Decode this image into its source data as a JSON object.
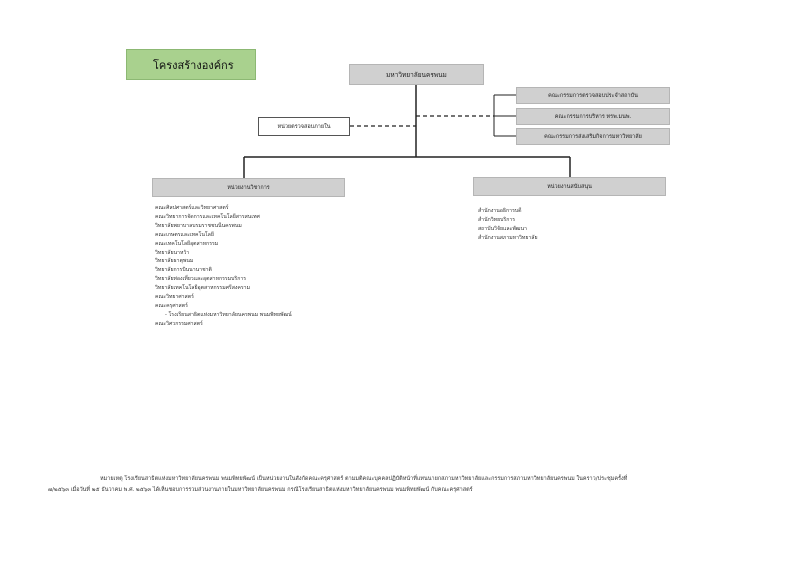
{
  "title": "โครงสร้างองค์กร",
  "root": "มหาวิทยาลัยนครพนม",
  "committees": [
    "คณะกรรมการตรวจสอบประจำสถาบัน",
    "คณะกรรมการบริหาร ทรพ.มนพ.",
    "คณะกรรมการส่งเสริมกิจการมหาวิทยาลัย"
  ],
  "audit_unit": "หน่วยตรวจสอบภายใน",
  "academic": {
    "heading": "หน่วยงานวิชาการ",
    "items": [
      "คณะศิลปศาสตร์และวิทยาศาสตร์",
      "คณะวิทยาการจัดการและเทคโนโลยีสารสนเทศ",
      "วิทยาลัยพยาบาลบรมราชชนนีนครพนม",
      "คณะเกษตรและเทคโนโลยี",
      "คณะเทคโนโลยีอุตสาหกรรม",
      "วิทยาลัยนาหว้า",
      "วิทยาลัยธาตุพนม",
      "วิทยาลัยการบินนานาชาติ",
      "วิทยาลัยท่องเที่ยวและอุตสาหกรรมบริการ",
      "วิทยาลัยเทคโนโลยีอุตสาหกรรมศรีสงคราม",
      "คณะวิทยาศาสตร์",
      "คณะครุศาสตร์",
      "- โรงเรียนสาธิตแห่งมหาวิทยาลัยนครพนม พนมพิทยพัฒน์",
      "คณะวิศวกรรมศาสตร์"
    ]
  },
  "support": {
    "heading": "หน่วยงานสนับสนุน",
    "items": [
      "สำนักงานอธิการบดี",
      "สำนักวิทยบริการ",
      "สถาบันวิจัยและพัฒนา",
      "สำนักงานสภามหาวิทยาลัย"
    ]
  },
  "footnote": {
    "line1": "หมายเหตุ โรงเรียนสาธิตแห่งมหาวิทยาลัยนครพนม พนมพิทยพัฒน์ เป็นหน่วยงานในสังกัดคณะครุศาสตร์ ตามมติคณะบุคคลปฏิบัติหน้าที่แทนนายกสภามหาวิทยาลัยและกรรมการสภามหาวิทยาลัยนครพนม ในคราว/ประชุมครั้งที่",
    "line2": "๗/๒๕๖๓ เมื่อวันที่ ๒๕ ธันวาคม พ.ศ. ๒๕๖๓ ได้เห็นชอบการรวมส่วนงานภายในมหาวิทยาลัยนครพนม กรณีโรงเรียนสาธิตแห่งมหาวิทยาลัยนครพนม พนมพิทยพัฒน์ กับคณะครุศาสตร์"
  }
}
